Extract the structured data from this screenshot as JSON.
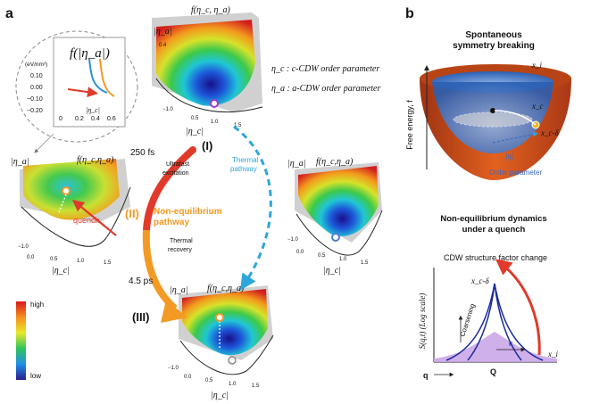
{
  "panel_a": {
    "label": "a",
    "inset": {
      "func": "f(|η_a|)",
      "unit": "(eV/nm³)",
      "yticks": [
        "0.10",
        "0.00",
        "−0.10",
        "−0.20"
      ],
      "xticks": [
        "0",
        "0.2",
        "0.4",
        "0.6"
      ],
      "xlabel": "|η_c|"
    },
    "surface_top": {
      "func": "f(η_c, η_a)",
      "ylabel": "|η_a|",
      "xlabel": "|η_c|",
      "ytick": "0.4",
      "xticks": [
        "0.5",
        "1.0",
        "1.5"
      ],
      "ztick": "−1.0"
    },
    "legend": {
      "c": "η_c : c-CDW order parameter",
      "a": "η_a : a-CDW order parameter"
    },
    "surface_left": {
      "func": "f(η_c,η_a)",
      "ylabel": "|η_a|",
      "xlabel": "|η_c|",
      "ztick": "−1.0",
      "xticks": [
        "0.0",
        "0.5",
        "1.0",
        "1.5"
      ],
      "arrow_label": "quench"
    },
    "surface_right": {
      "func": "f(η_c,η_a)",
      "ylabel": "|η_a|",
      "xlabel": "|η_c|",
      "ztick": "−1.0",
      "xticks": [
        "0.0",
        "0.5",
        "1.0",
        "1.5"
      ]
    },
    "surface_bottom": {
      "func": "f(η_c,η_a)",
      "ylabel": "|η_a|",
      "xlabel": "|η_c|",
      "ztick": "−1.0",
      "xticks": [
        "0.0",
        "0.5",
        "1.0",
        "1.5"
      ]
    },
    "stage_1": "(I)",
    "stage_2": "(II)",
    "stage_3": "(III)",
    "pathway_label_line1": "Non-equilibrium",
    "pathway_label_line2": "pathway",
    "time_250": "250 fs",
    "time_45": "4.5 ps",
    "ultrafast_line1": "Ultrafast",
    "ultrafast_line2": "excitation",
    "thermal_recovery_line1": "Thermal",
    "thermal_recovery_line2": "recovery",
    "thermal_pathway_line1": "Thermal",
    "thermal_pathway_line2": "pathway",
    "colorbar": {
      "high": "high",
      "low": "low"
    },
    "colors": {
      "red_arrow": "#e03a2a",
      "orange_arrow": "#f39a24",
      "blue_dashed": "#2ea6dc",
      "orange_text": "#f39a24"
    }
  },
  "panel_b": {
    "label": "b",
    "top_title_line1": "Spontaneous",
    "top_title_line2": "symmetry breaking",
    "y_axis": "Free energy, f",
    "x_i": "x_i",
    "x_c": "x_c",
    "x_c_delta": "x_c-δ",
    "eta": "|η|",
    "order_param": "Order parameter",
    "bottom_title_line1": "Non-equilibrium dynamics",
    "bottom_title_line2": "under a quench",
    "sf_title": "CDW structure factor change",
    "sf_ylabel": "S(q,t) (Log scale)",
    "coarsening": "Coarsening",
    "k": "k",
    "q": "q",
    "Q": "Q",
    "plot_xc_delta": "x_c-δ",
    "plot_xi": "x_i",
    "colors": {
      "bowl_outer": "#d9531e",
      "bowl_inner": "#4a7fc9",
      "purple": "#c8a2e6",
      "dark_blue": "#1b2a9b",
      "red_arrow": "#e03a2a",
      "label_blue": "#3a66c4"
    }
  }
}
